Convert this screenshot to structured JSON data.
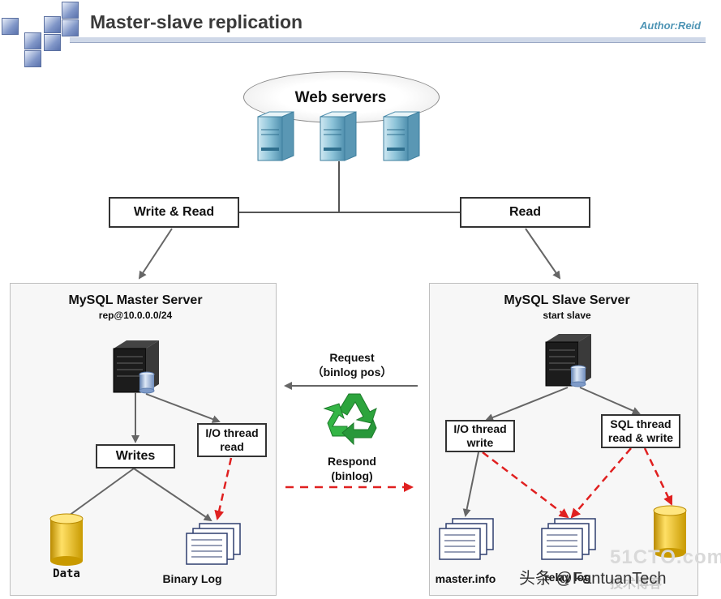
{
  "header": {
    "title": "Master-slave replication",
    "author": "Author:Reid"
  },
  "web": {
    "label": "Web servers"
  },
  "routes": {
    "write_read": "Write & Read",
    "read": "Read"
  },
  "master": {
    "title": "MySQL Master Server",
    "subtitle": "rep@10.0.0.0/24",
    "writes": "Writes",
    "io_thread_l1": "I/O thread",
    "io_thread_l2": "read",
    "data_label": "Data",
    "binlog_label": "Binary Log"
  },
  "slave": {
    "title": "MySQL Slave Server",
    "subtitle": "start slave",
    "io_thread_l1": "I/O thread",
    "io_thread_l2": "write",
    "sql_thread_l1": "SQL thread",
    "sql_thread_l2": "read & write",
    "masterinfo_label": "master.info",
    "relaylog_label": "relay log"
  },
  "middle": {
    "request_l1": "Request",
    "request_l2": "（binlog pos）",
    "respond_l1": "Respond",
    "respond_l2": "(binlog)"
  },
  "watermark": {
    "site": "51CTO.com",
    "site_sub": "技术博客",
    "handle": "头条 @FantuanTech"
  },
  "colors": {
    "red_dash": "#e02020",
    "arrow_gray": "#666666",
    "db_gold": "#e8b800",
    "recycle": "#2ca43c"
  }
}
